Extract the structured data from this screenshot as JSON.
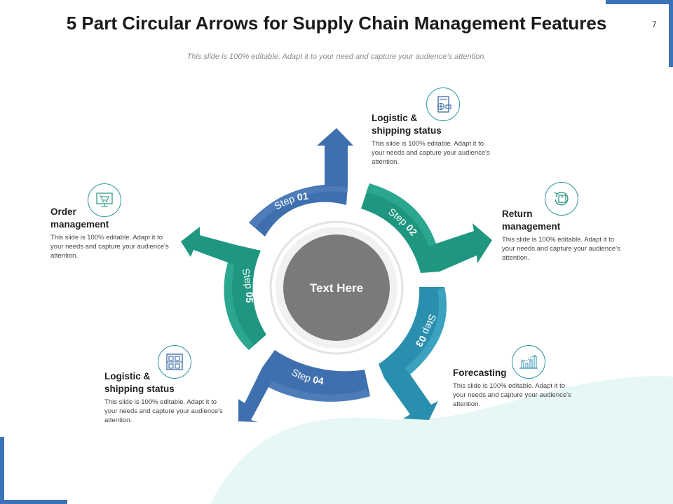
{
  "header": {
    "title": "5 Part Circular Arrows for Supply Chain Management Features",
    "page_number": "7",
    "subtitle": "This slide is 100% editable. Adapt it to your need and capture your audience’s attention."
  },
  "center": {
    "text": "Text Here"
  },
  "steps": [
    {
      "word": "Step",
      "num": "01",
      "color": "#3f6fae"
    },
    {
      "word": "Step",
      "num": "02",
      "color": "#1f9780"
    },
    {
      "word": "Step",
      "num": "03",
      "color": "#2a8fae"
    },
    {
      "word": "Step",
      "num": "04",
      "color": "#3f6fae"
    },
    {
      "word": "Step",
      "num": "05",
      "color": "#1f9780"
    }
  ],
  "labels": [
    {
      "title": "Logistic &\nshipping status",
      "desc": "This slide is 100% editable.  Adapt it to your needs and capture your audience's attention.",
      "icon": "globe-document-icon"
    },
    {
      "title": "Return\nmanagement",
      "desc": "This slide is 100% editable.  Adapt it to your needs and capture your audience's attention.",
      "icon": "package-return-icon"
    },
    {
      "title": "Forecasting",
      "desc": "This slide is 100% editable.  Adapt it to your needs and capture your audience's attention.",
      "icon": "bar-chart-icon"
    },
    {
      "title": "Logistic &\nshipping status",
      "desc": "This slide is 100% editable.  Adapt it to your needs and capture your audience's attention.",
      "icon": "warehouse-shelf-icon"
    },
    {
      "title": "Order\nmanagement",
      "desc": "This slide is 100% editable.  Adapt it to your needs and capture your audience's attention.",
      "icon": "monitor-cart-icon"
    }
  ],
  "colors": {
    "accent_blue": "#3f6fae",
    "accent_teal": "#1f9780",
    "accent_cyan": "#2a8fae",
    "frame_blue": "#3b73b9",
    "center_gray": "#7a7a7a",
    "wave_fill": "#e6f7f6"
  }
}
